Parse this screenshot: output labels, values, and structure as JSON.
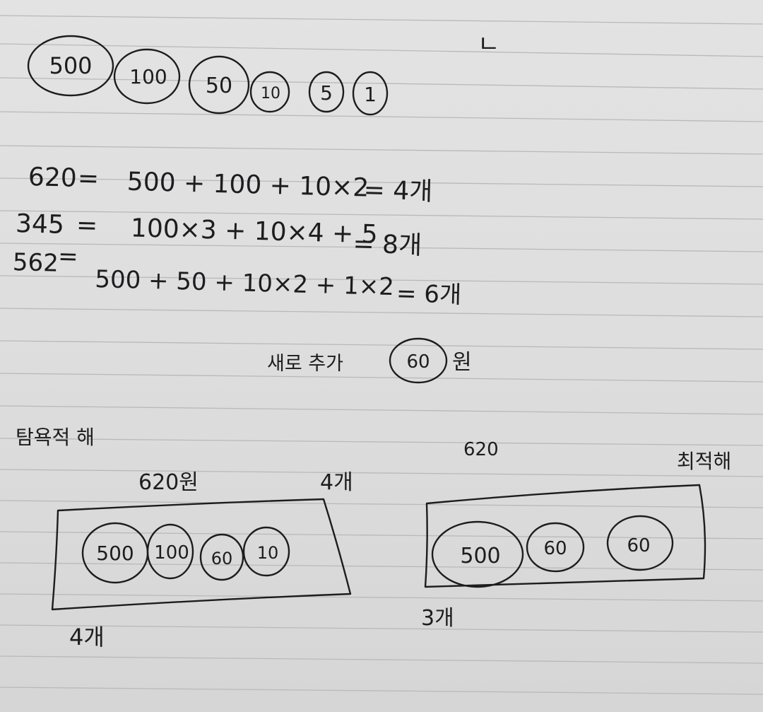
{
  "top_mark": "ㄴ",
  "coins_row": [
    "500",
    "100",
    "50",
    "10",
    "5",
    "1"
  ],
  "equations": [
    {
      "lhs": "620",
      "rhs": "500 + 100 + 10×2",
      "result": "= 4개"
    },
    {
      "lhs": "345",
      "rhs": "100×3 + 10×4 + 5",
      "result": "= 8개"
    },
    {
      "lhs": "562",
      "rhs": "500 + 50 + 10×2 + 1×2",
      "result": "= 6개"
    }
  ],
  "new_coin": {
    "prefix": "새로 추가",
    "coin": "60",
    "suffix": "원"
  },
  "greedy": {
    "heading": "탐욕적 해",
    "amount_label": "620원",
    "count_top": "4개",
    "coins": [
      "500",
      "100",
      "60",
      "10"
    ],
    "count_bottom": "4개"
  },
  "optimal": {
    "heading": "최적해",
    "amount_label": "620",
    "coins": [
      "500",
      "60",
      "60"
    ],
    "count_bottom": "3개"
  }
}
